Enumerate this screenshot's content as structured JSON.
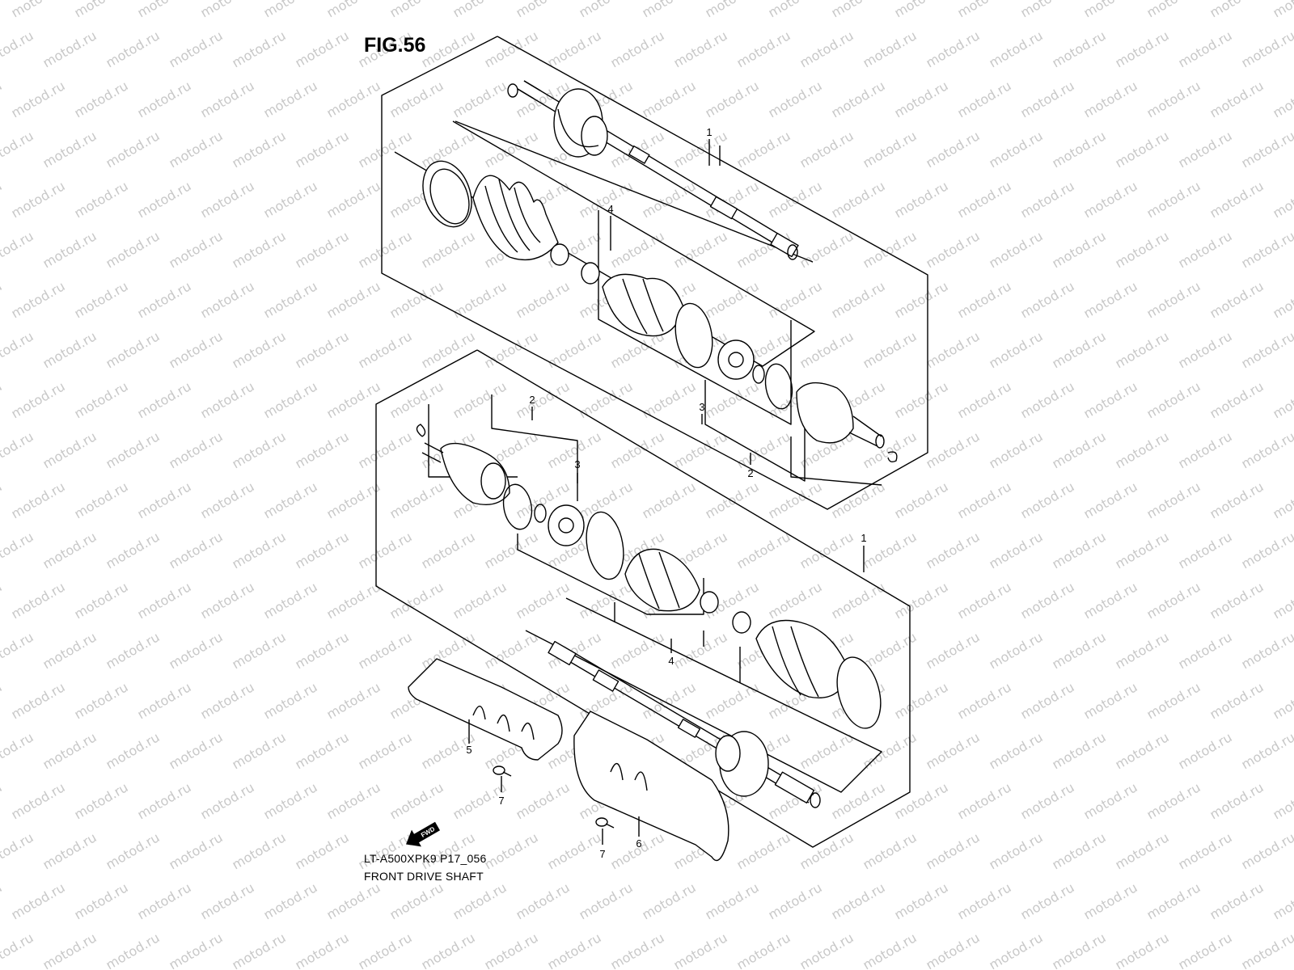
{
  "figure": {
    "title": "FIG.56",
    "model_code": "LT-A500XPK9 P17_056",
    "name": "FRONT DRIVE SHAFT"
  },
  "watermark": "motod.ru",
  "fwd_label": "FWD",
  "callouts": [
    "1",
    "4",
    "2",
    "3",
    "2",
    "3",
    "1",
    "4",
    "5",
    "7",
    "6",
    "7"
  ]
}
